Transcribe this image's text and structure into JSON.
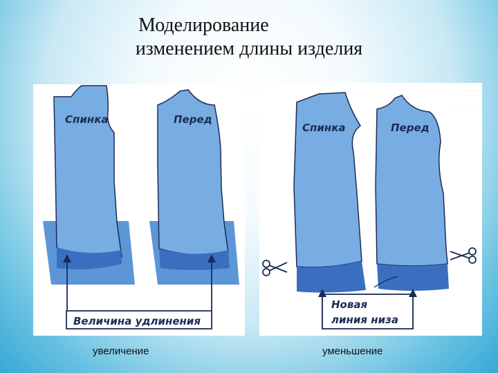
{
  "title": {
    "line1": "Моделирование",
    "line2": "изменением длины изделия"
  },
  "left_panel": {
    "back_label": "Спинка",
    "front_label": "Перед",
    "measure_label": "Величина удлинения",
    "caption": "увеличение"
  },
  "right_panel": {
    "back_label": "Спинка",
    "front_label": "Перед",
    "new_line_label_1": "Новая",
    "new_line_label_2": "линия низа",
    "caption": "уменьшение"
  },
  "colors": {
    "piece": "#78ade3",
    "extension": "#5d96d6",
    "hem_band": "#3a6fc0",
    "outline": "#1b2b55"
  },
  "icons": [
    "scissors-icon",
    "scissors-icon"
  ]
}
